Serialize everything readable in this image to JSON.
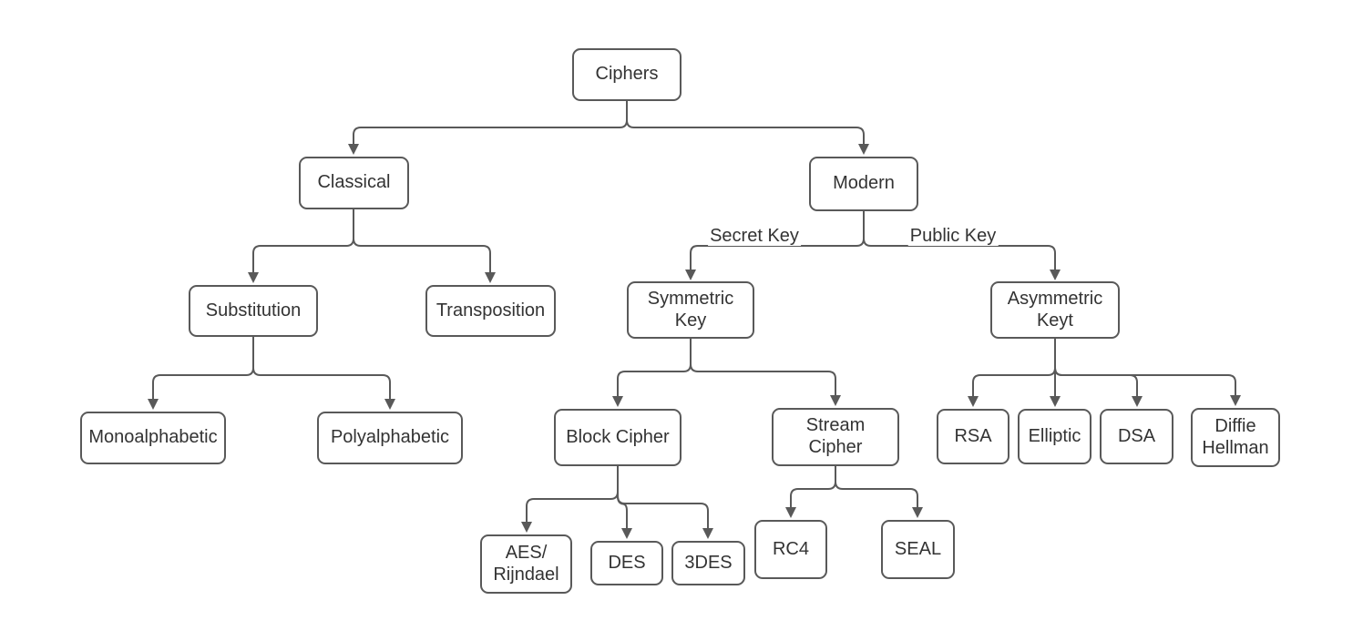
{
  "diagram": {
    "type": "tree",
    "colors": {
      "stroke": "#595959",
      "node_border": "#595959",
      "node_fill": "#ffffff",
      "text": "#333333",
      "background": "#ffffff"
    },
    "nodes": {
      "ciphers": {
        "label": "Ciphers"
      },
      "classical": {
        "label": "Classical"
      },
      "modern": {
        "label": "Modern"
      },
      "substitution": {
        "label": "Substitution"
      },
      "transposition": {
        "label": "Transposition"
      },
      "symmetric_key": {
        "label": "Symmetric\nKey"
      },
      "asymmetric_keyt": {
        "label": "Asymmetric\nKeyt"
      },
      "monoalphabetic": {
        "label": "Monoalphabetic"
      },
      "polyalphabetic": {
        "label": "Polyalphabetic"
      },
      "block_cipher": {
        "label": "Block Cipher"
      },
      "stream_cipher": {
        "label": "Stream\nCipher"
      },
      "rsa": {
        "label": "RSA"
      },
      "elliptic": {
        "label": "Elliptic"
      },
      "dsa": {
        "label": "DSA"
      },
      "diffie_hellman": {
        "label": "Diffie\nHellman"
      },
      "aes_rijndael": {
        "label": "AES/\nRijndael"
      },
      "des": {
        "label": "DES"
      },
      "tdes": {
        "label": "3DES"
      },
      "rc4": {
        "label": "RC4"
      },
      "seal": {
        "label": "SEAL"
      }
    },
    "edge_labels": {
      "secret_key": "Secret Key",
      "public_key": "Public Key"
    },
    "edges": [
      {
        "from": "ciphers",
        "to": "classical"
      },
      {
        "from": "ciphers",
        "to": "modern"
      },
      {
        "from": "classical",
        "to": "substitution"
      },
      {
        "from": "classical",
        "to": "transposition"
      },
      {
        "from": "substitution",
        "to": "monoalphabetic"
      },
      {
        "from": "substitution",
        "to": "polyalphabetic"
      },
      {
        "from": "modern",
        "to": "symmetric_key",
        "label": "Secret Key"
      },
      {
        "from": "modern",
        "to": "asymmetric_keyt",
        "label": "Public Key"
      },
      {
        "from": "symmetric_key",
        "to": "block_cipher"
      },
      {
        "from": "symmetric_key",
        "to": "stream_cipher"
      },
      {
        "from": "block_cipher",
        "to": "aes_rijndael"
      },
      {
        "from": "block_cipher",
        "to": "des"
      },
      {
        "from": "block_cipher",
        "to": "tdes"
      },
      {
        "from": "stream_cipher",
        "to": "rc4"
      },
      {
        "from": "stream_cipher",
        "to": "seal"
      },
      {
        "from": "asymmetric_keyt",
        "to": "rsa"
      },
      {
        "from": "asymmetric_keyt",
        "to": "elliptic"
      },
      {
        "from": "asymmetric_keyt",
        "to": "dsa"
      },
      {
        "from": "asymmetric_keyt",
        "to": "diffie_hellman"
      }
    ]
  }
}
